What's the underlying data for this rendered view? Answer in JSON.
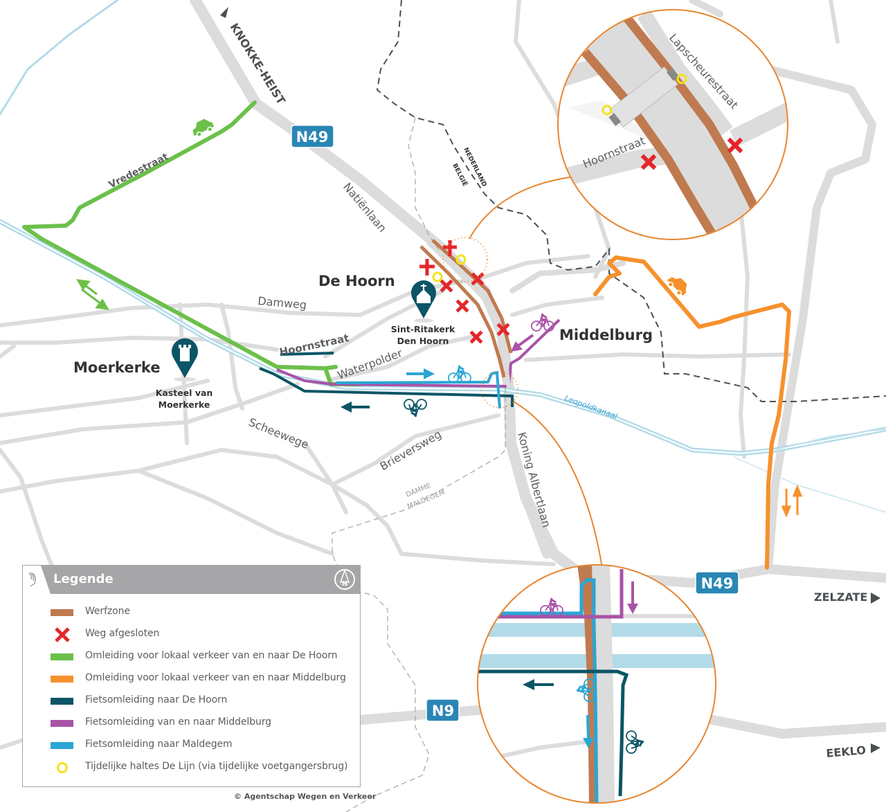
{
  "map": {
    "places": {
      "de_hoorn": "De Hoorn",
      "moerkerke": "Moerkerke",
      "middelburg": "Middelburg"
    },
    "pois": {
      "church_line1": "Sint-Ritakerk",
      "church_line2": "Den Hoorn",
      "castle_line1": "Kasteel van",
      "castle_line2": "Moerkerke"
    },
    "streets": {
      "vredestraat": "Vredestraat",
      "natienlaan": "Natiënlaan",
      "damweg": "Damweg",
      "hoornstraat": "Hoornstraat",
      "waterpolder": "Waterpolder",
      "scheewege": "Scheewege",
      "brieversweg": "Brieversweg",
      "koning_albertlaan": "Koning Albertlaan",
      "lapscheurestraat": "Lapscheurestraat",
      "hoornstraat_inset": "Hoornstraat"
    },
    "canal": "Leopoldkanaal",
    "borders": {
      "nederland": "NEDERLAND",
      "belgie": "BELGIË",
      "damme": "DAMME",
      "maldegem": "MALDEGEM"
    },
    "directions": {
      "knokke_heist": "KNOKKE-HEIST",
      "zelzate": "ZELZATE",
      "eeklo": "EEKLO"
    },
    "route_shields": {
      "n49_top": "N49",
      "n49_bottom": "N49",
      "n9": "N9"
    },
    "colors": {
      "werfzone": "#c07a50",
      "closed": "#e4262b",
      "detour_de_hoorn": "#6cc04a",
      "detour_middelburg": "#f6912d",
      "bike_de_hoorn": "#0b5566",
      "bike_middelburg": "#a953a8",
      "bike_maldegem": "#2aa6d5",
      "bus_stop": "#f2e31d",
      "road": "#dcdcdc",
      "water": "#b3dbe8",
      "inset_border": "#e8852f",
      "shield": "#2a86b4"
    }
  },
  "legend": {
    "title": "Legende",
    "north_label": "N",
    "items": [
      {
        "label": "Werfzone",
        "type": "bar",
        "color": "#c07a50"
      },
      {
        "label": "Weg afgesloten",
        "type": "cross",
        "color": "#e4262b"
      },
      {
        "label": "Omleiding voor lokaal verkeer van en naar De Hoorn",
        "type": "bar",
        "color": "#6cc04a"
      },
      {
        "label": "Omleiding voor lokaal verkeer van en naar Middelburg",
        "type": "bar",
        "color": "#f6912d"
      },
      {
        "label": "Fietsomleiding naar De Hoorn",
        "type": "bar",
        "color": "#0b5566"
      },
      {
        "label": "Fietsomleiding van en naar Middelburg",
        "type": "bar",
        "color": "#a953a8"
      },
      {
        "label": "Fietsomleiding naar Maldegem",
        "type": "bar",
        "color": "#2aa6d5"
      },
      {
        "label": "Tijdelijke haltes De Lijn (via tijdelijke voetgangersbrug)",
        "type": "ring",
        "color": "#f2e31d"
      }
    ]
  },
  "copyright": "© Agentschap Wegen en Verkeer"
}
